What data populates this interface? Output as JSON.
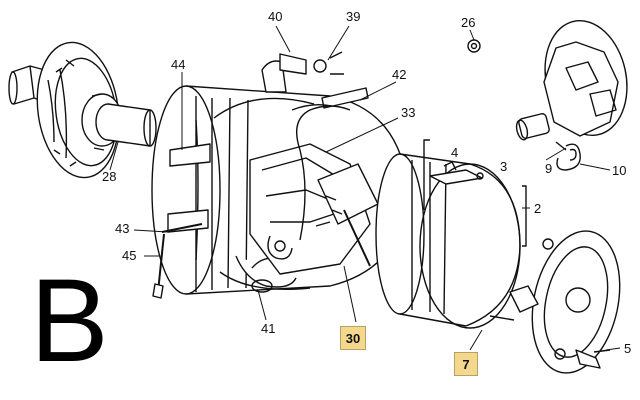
{
  "panel_label": "B",
  "callouts": {
    "c2": "2",
    "c3": "3",
    "c4": "4",
    "c5": "5",
    "c9": "9",
    "c10": "10",
    "c26": "26",
    "c28": "28",
    "c33": "33",
    "c39": "39",
    "c40": "40",
    "c41": "41",
    "c42": "42",
    "c43": "43",
    "c44": "44",
    "c45": "45"
  },
  "highlighted_callouts": {
    "h30": "30",
    "h7": "7"
  },
  "colors": {
    "ink": "#111111",
    "highlight": "#f3d88e"
  }
}
